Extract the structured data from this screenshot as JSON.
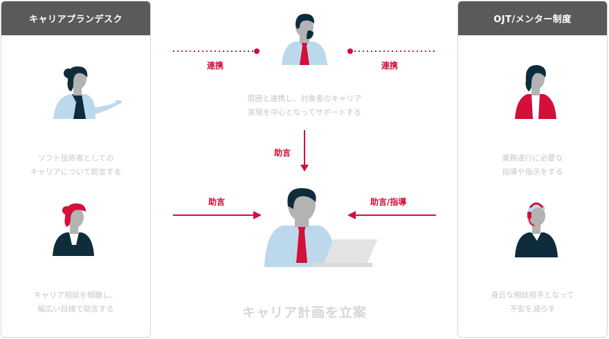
{
  "left_panel": {
    "title": "キャリアプランデスク",
    "desc1_line1": "ソフト技術者としての",
    "desc1_line2": "キャリアについて助言する",
    "desc2_line1": "キャリア相談を傾聴し、",
    "desc2_line2": "幅広い目線で助言する"
  },
  "right_panel": {
    "title": "OJT/メンター制度",
    "desc1_line1": "業務遂行に必要な",
    "desc1_line2": "指導や指示をする",
    "desc2_line1": "身近な相談相手となって",
    "desc2_line2": "不安を減らす"
  },
  "center": {
    "link_left": "連携",
    "link_right": "連携",
    "manager_line1": "周囲と連携し、対象者のキャリア",
    "manager_line2": "実現を中心となってサポートする",
    "advice_down": "助言",
    "advice_left": "助言",
    "advice_right": "助言/指導",
    "plan_title": "キャリア計画を立案"
  },
  "colors": {
    "accent": "#d30f3a",
    "panel_header": "#5a5a5a",
    "navy": "#0e2c3c",
    "shirt_blue": "#bcd9ec",
    "skin_gray": "#b3b3b3",
    "muted_text": "#c6c6c6"
  }
}
